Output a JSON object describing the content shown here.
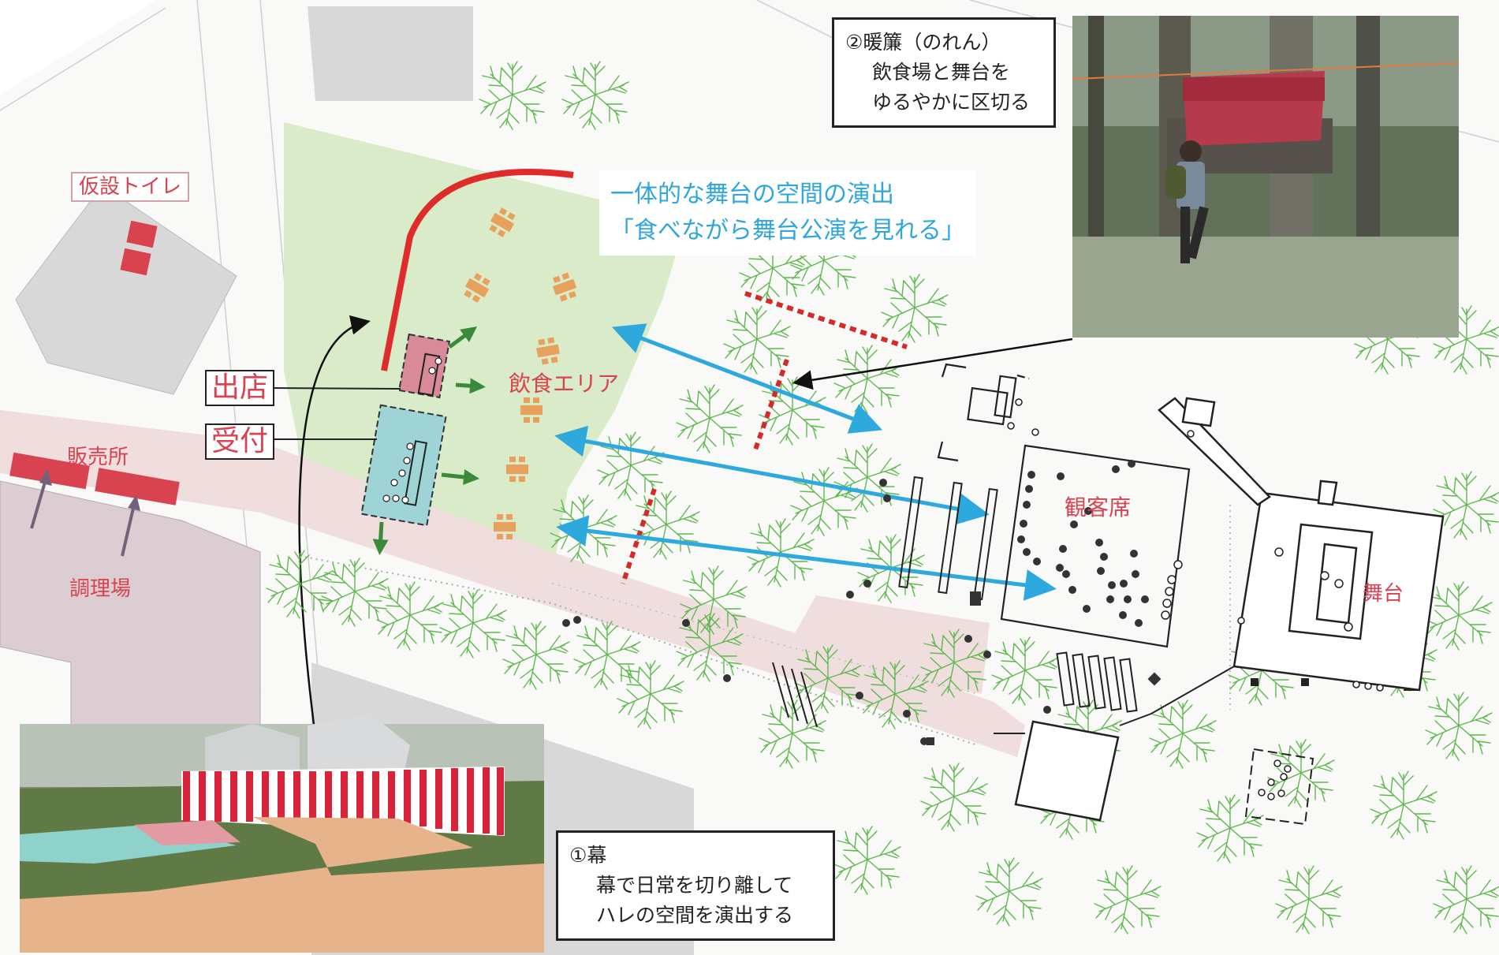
{
  "labels": {
    "toilet": "仮設トイレ",
    "shop": "出店",
    "reception": "受付",
    "sales": "販売所",
    "kitchen": "調理場",
    "dining": "飲食エリア",
    "audience": "観客席",
    "stage": "舞台"
  },
  "concept": {
    "line1": "一体的な舞台の空間の演出",
    "line2": "「食べながら舞台公演を見れる」"
  },
  "callout_noren": {
    "title": "②暖簾（のれん）",
    "line1": "飲食場と舞台を",
    "line2": "ゆるやかに区切る"
  },
  "callout_maku": {
    "title": "①幕",
    "line1": "幕で日常を切り離して",
    "line2": "ハレの空間を演出する"
  },
  "colors": {
    "grass": "#d9ebc8",
    "path": "#efdedd",
    "building": "#d8d8d8",
    "kitchen": "#dccdd2",
    "accent_red": "#d9434f",
    "shop_pink": "#d98a98",
    "reception_cyan": "#9fd4d6",
    "arrow_blue": "#2ea9dd",
    "arrow_green": "#3a8a3a",
    "tree_green": "#5fb84f",
    "table_orange": "#e8a15c",
    "maku_red": "#d8233a"
  }
}
